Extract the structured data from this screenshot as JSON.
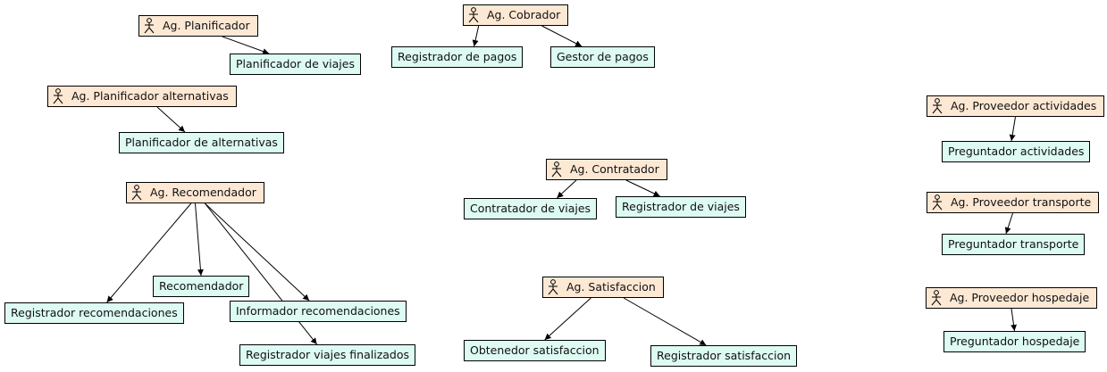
{
  "agents": [
    {
      "id": "a_plan",
      "label": "Ag. Planificador"
    },
    {
      "id": "a_cob",
      "label": "Ag. Cobrador"
    },
    {
      "id": "a_planalt",
      "label": "Ag. Planificador alternativas"
    },
    {
      "id": "a_prov_act",
      "label": "Ag. Proveedor actividades"
    },
    {
      "id": "a_contr",
      "label": "Ag. Contratador"
    },
    {
      "id": "a_rec",
      "label": "Ag. Recomendador"
    },
    {
      "id": "a_prov_tra",
      "label": "Ag. Proveedor transporte"
    },
    {
      "id": "a_sat",
      "label": "Ag. Satisfaccion"
    },
    {
      "id": "a_prov_hos",
      "label": "Ag. Proveedor hospedaje"
    }
  ],
  "roles": [
    {
      "id": "r_planviajes",
      "label": "Planificador de viajes"
    },
    {
      "id": "r_regpagos",
      "label": "Registrador de pagos"
    },
    {
      "id": "r_gespagos",
      "label": "Gestor de pagos"
    },
    {
      "id": "r_planalt",
      "label": "Planificador de alternativas"
    },
    {
      "id": "r_pregact",
      "label": "Preguntador actividades"
    },
    {
      "id": "r_contrviajes",
      "label": "Contratador de viajes"
    },
    {
      "id": "r_regviajes",
      "label": "Registrador de viajes"
    },
    {
      "id": "r_pregtra",
      "label": "Preguntador transporte"
    },
    {
      "id": "r_recomendador",
      "label": "Recomendador"
    },
    {
      "id": "r_informrec",
      "label": "Informador recomendaciones"
    },
    {
      "id": "r_regrec",
      "label": "Registrador recomendaciones"
    },
    {
      "id": "r_pregh",
      "label": "Preguntador hospedaje"
    },
    {
      "id": "r_obtsat",
      "label": "Obtenedor satisfaccion"
    },
    {
      "id": "r_regsat",
      "label": "Registrador satisfaccion"
    },
    {
      "id": "r_regfin",
      "label": "Registrador viajes finalizados"
    }
  ],
  "edges": [
    [
      "a_plan",
      "r_planviajes"
    ],
    [
      "a_cob",
      "r_regpagos"
    ],
    [
      "a_cob",
      "r_gespagos"
    ],
    [
      "a_planalt",
      "r_planalt"
    ],
    [
      "a_prov_act",
      "r_pregact"
    ],
    [
      "a_contr",
      "r_contrviajes"
    ],
    [
      "a_contr",
      "r_regviajes"
    ],
    [
      "a_prov_tra",
      "r_pregtra"
    ],
    [
      "a_rec",
      "r_regrec"
    ],
    [
      "a_rec",
      "r_recomendador"
    ],
    [
      "a_rec",
      "r_informrec"
    ],
    [
      "a_rec",
      "r_regfin"
    ],
    [
      "a_sat",
      "r_obtsat"
    ],
    [
      "a_sat",
      "r_regsat"
    ],
    [
      "a_prov_hos",
      "r_pregh"
    ]
  ]
}
